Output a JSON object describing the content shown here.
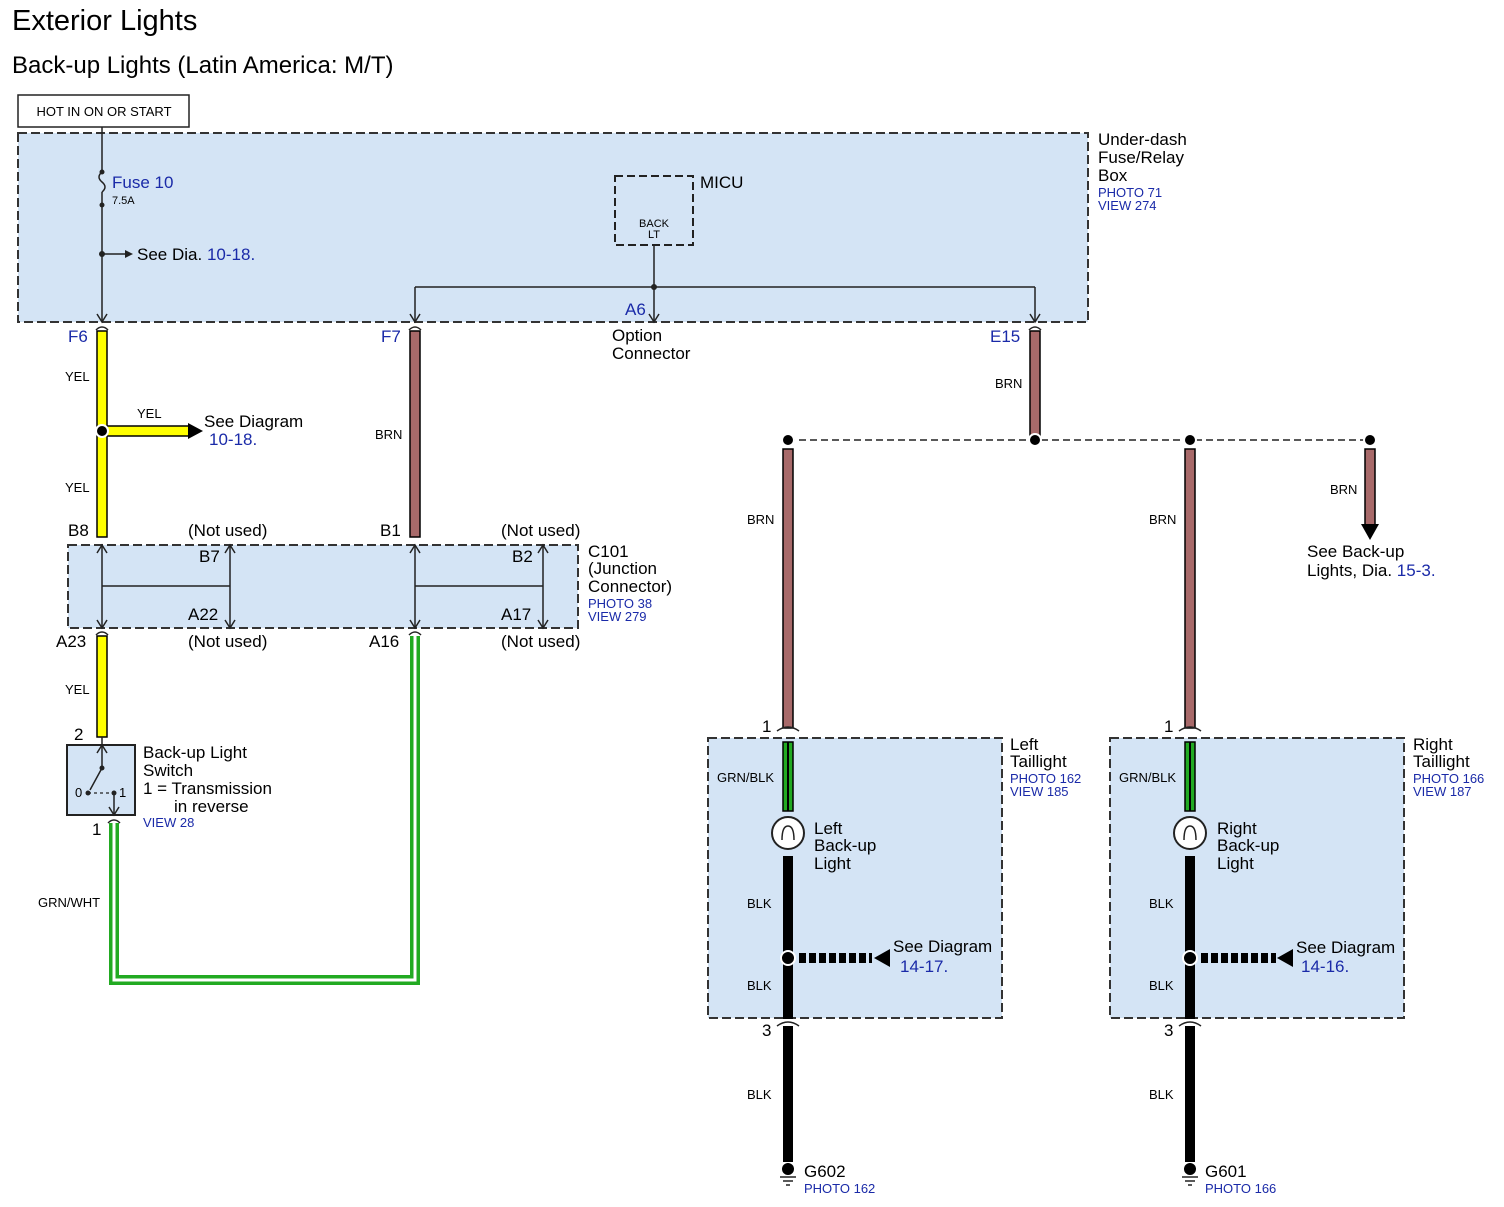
{
  "title": "Exterior Lights",
  "subtitle": "Back-up Lights (Latin America: M/T)",
  "power_source": "HOT IN ON OR START",
  "fuse_box": {
    "name_lines": [
      "Under-dash",
      "Fuse/Relay",
      "Box"
    ],
    "photo": "PHOTO 71",
    "view": "VIEW 274",
    "fuse_label": "Fuse 10",
    "fuse_rating": "7.5A",
    "see_prefix": "See",
    "see_dia": "Dia.",
    "see_ref": "10-18",
    "period": ".",
    "micu_label": "MICU",
    "micu_inner_1": "BACK",
    "micu_inner_2": "LT",
    "a6": "A6",
    "option_1": "Option",
    "option_2": "Connector",
    "pins": {
      "f6": "F6",
      "f7": "F7",
      "e15": "E15"
    }
  },
  "wires": {
    "yel": "YEL",
    "brn": "BRN",
    "grn_blk": "GRN/BLK",
    "grn_wht": "GRN/WHT",
    "blk": "BLK"
  },
  "see_diagram_branch": {
    "text": "See Diagram",
    "ref": "10-18",
    "period": "."
  },
  "junction": {
    "name_lines": [
      "C101",
      "(Junction",
      "Connector)"
    ],
    "photo": "PHOTO 38",
    "view": "VIEW 279",
    "not_used": "(Not used)",
    "pins": {
      "b8": "B8",
      "b7": "B7",
      "b1": "B1",
      "b2": "B2",
      "a23": "A23",
      "a22": "A22",
      "a16": "A16",
      "a17": "A17"
    }
  },
  "switch": {
    "name_lines": [
      "Back-up Light",
      "Switch"
    ],
    "note_1": "1 = Transmission",
    "note_2": "in reverse",
    "view": "VIEW 28",
    "pin_top": "2",
    "pin_bottom": "1",
    "pos_0": "0",
    "pos_1": "1"
  },
  "back_up_ref": {
    "line1": "See Back-up",
    "line2": "Lights,",
    "dia": "Dia.",
    "ref": "15-3",
    "period": "."
  },
  "left_taillight": {
    "name_lines": [
      "Left",
      "Taillight"
    ],
    "photo": "PHOTO 162",
    "view": "VIEW 185",
    "bulb_lines": [
      "Left",
      "Back-up",
      "Light"
    ],
    "see_text": "See Diagram",
    "see_ref": "14-17",
    "period": ".",
    "pin_top": "1",
    "pin_bottom": "3",
    "ground": "G602",
    "ground_photo": "PHOTO 162"
  },
  "right_taillight": {
    "name_lines": [
      "Right",
      "Taillight"
    ],
    "photo": "PHOTO 166",
    "view": "VIEW 187",
    "bulb_lines": [
      "Right",
      "Back-up",
      "Light"
    ],
    "see_text": "See Diagram",
    "see_ref": "14-16",
    "period": ".",
    "pin_top": "1",
    "pin_bottom": "3",
    "ground": "G601",
    "ground_photo": "PHOTO 166"
  },
  "colors": {
    "panel_fill": "#d4e4f5",
    "yellow": "#ffff00",
    "brown": "#a86a6a",
    "green": "#22aa22",
    "black": "#000000",
    "ref_blue": "#1a2aa8"
  }
}
